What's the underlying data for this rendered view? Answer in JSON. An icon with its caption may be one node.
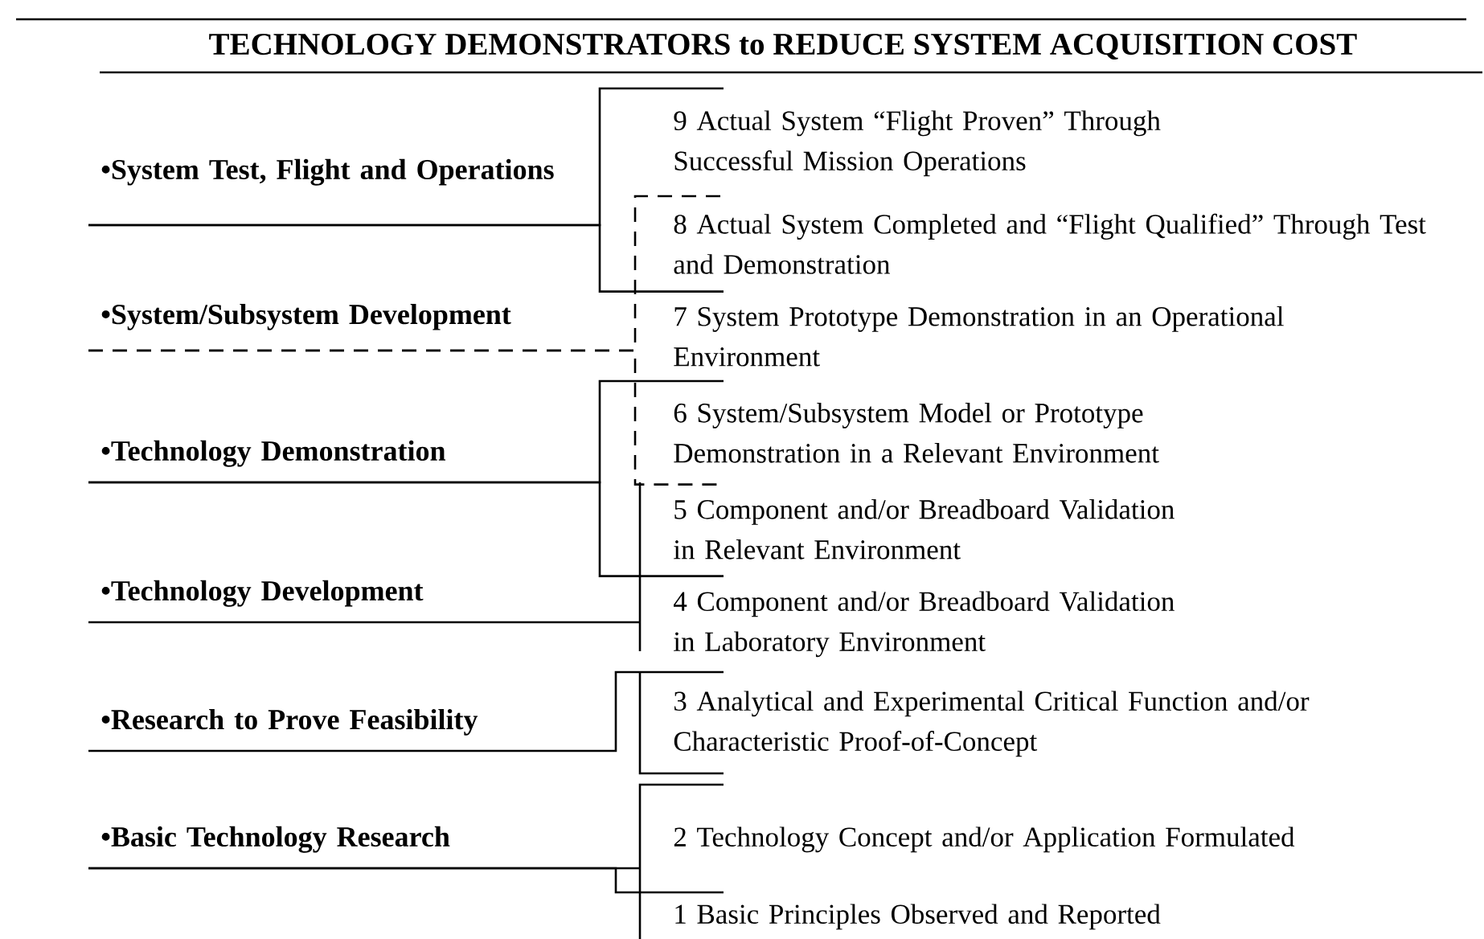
{
  "diagram": {
    "title": "TECHNOLOGY DEMONSTRATORS to REDUCE SYSTEM ACQUISITION COST",
    "nodes": [
      {
        "text": [
          "•System Test, Flight and Operations"
        ]
      },
      {
        "text": [
          "•System/Subsystem Development"
        ]
      },
      {
        "text": [
          "•Technology Demonstration"
        ]
      },
      {
        "text": [
          "•Technology Development"
        ]
      },
      {
        "text": [
          "•Research to Prove Feasibility"
        ]
      },
      {
        "text": [
          "•Basic Technology Research"
        ]
      },
      {
        "text": [
          "9 Actual System “Flight Proven” Through Successful Mission Operations"
        ]
      },
      {
        "text": [
          "8 Actual System Completed and “Flight Qualified” Through Test and Demonstration"
        ]
      },
      {
        "text": [
          "7 System Prototype Demonstration in an Operational Environment"
        ]
      },
      {
        "text": [
          "6 System/Subsystem Model or Prototype Demonstration in a Relevant Environment"
        ]
      },
      {
        "text": [
          "5 Component and/or Breadboard Validation in Relevant Environment"
        ]
      },
      {
        "text": [
          "4 Component and/or Breadboard Validation in Laboratory Environment"
        ]
      },
      {
        "text": [
          "3 Analytical and Experimental Critical Function and/or Characteristic Proof-of-Concept"
        ]
      },
      {
        "text": [
          "2 Technology Concept and/or Application Formulated"
        ]
      },
      {
        "text": [
          "1 Basic Principles Observed and Reported"
        ]
      }
    ],
    "edges": [
      {
        "from": 0,
        "to": 6,
        "arrow": "none"
      },
      {
        "from": 0,
        "to": 7,
        "arrow": "none"
      },
      {
        "from": 1,
        "to": 7,
        "arrow": "none",
        "style": "dashed"
      },
      {
        "from": 1,
        "to": 9,
        "arrow": "none",
        "style": "dashed"
      },
      {
        "from": 2,
        "to": 9,
        "arrow": "none"
      },
      {
        "from": 2,
        "to": 10,
        "arrow": "none"
      },
      {
        "from": 3,
        "to": 11,
        "arrow": "none"
      },
      {
        "from": 4,
        "to": 12,
        "arrow": "none"
      },
      {
        "from": 5,
        "to": 13,
        "arrow": "none"
      },
      {
        "from": 5,
        "to": 14,
        "arrow": "none"
      }
    ]
  }
}
